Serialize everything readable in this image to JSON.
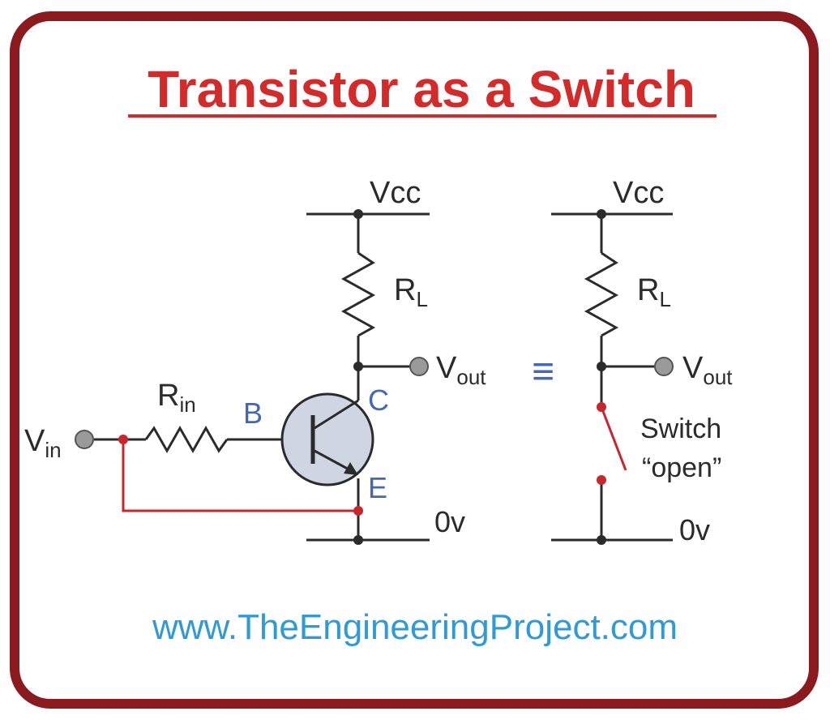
{
  "title": "Transistor as a Switch",
  "website": "www.TheEngineeringProject.com",
  "colors": {
    "frame": "#8b1a1f",
    "title": "#d42a2a",
    "wire": "#2b2b2b",
    "feedback_wire": "#c8262c",
    "label_blue": "#4169b4",
    "website": "#2e9bd6",
    "transistor_fill": "#cfd6e2",
    "terminal_fill": "#9a9a9a"
  },
  "circuit_left": {
    "vcc": "Vcc",
    "load_resistor": {
      "main": "R",
      "sub": "L"
    },
    "output": {
      "main": "V",
      "sub": "out"
    },
    "input": {
      "main": "V",
      "sub": "in"
    },
    "input_resistor": {
      "main": "R",
      "sub": "in"
    },
    "base": "B",
    "collector": "C",
    "emitter": "E",
    "ground": "0v"
  },
  "equivalence_symbol": "≡",
  "circuit_right": {
    "vcc": "Vcc",
    "load_resistor": {
      "main": "R",
      "sub": "L"
    },
    "output": {
      "main": "V",
      "sub": "out"
    },
    "switch_label": "Switch",
    "switch_state": "“open”",
    "ground": "0v"
  },
  "icons": [
    "npn-transistor-icon",
    "resistor-icon",
    "switch-icon",
    "terminal-icon"
  ]
}
